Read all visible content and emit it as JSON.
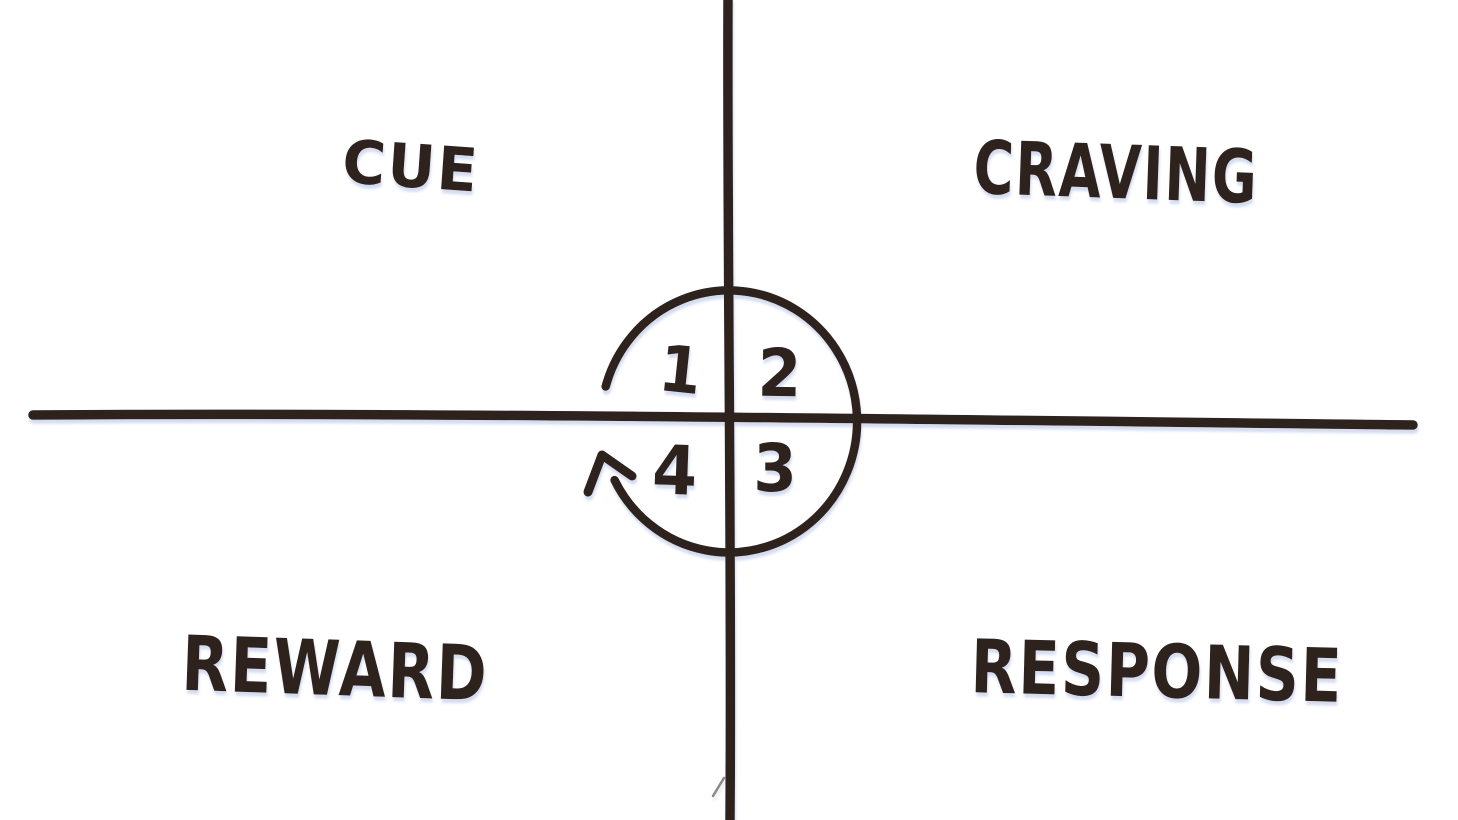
{
  "page": {
    "background": "#ffffff"
  },
  "loop": {
    "ink": "#2d211a",
    "direction": "clockwise",
    "quadrants": [
      {
        "position": "top-left",
        "number": "1",
        "label": "CUE"
      },
      {
        "position": "top-right",
        "number": "2",
        "label": "CRAVING"
      },
      {
        "position": "bottom-right",
        "number": "3",
        "label": "RESPONSE"
      },
      {
        "position": "bottom-left",
        "number": "4",
        "label": "REWARD"
      }
    ]
  }
}
